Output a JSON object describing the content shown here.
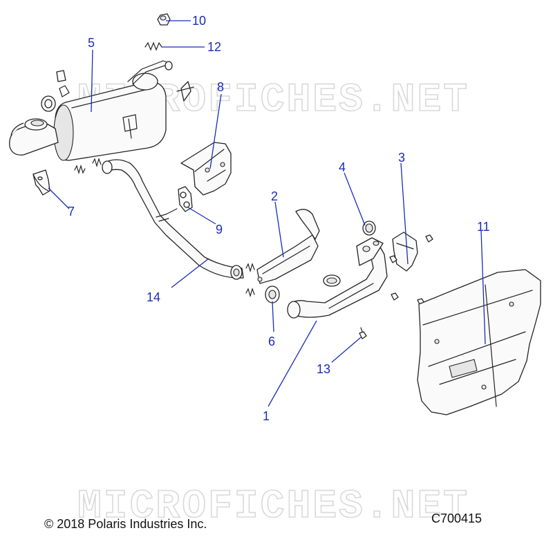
{
  "watermark": {
    "text": "MICROFICHES.NET"
  },
  "callouts": [
    {
      "num": "1"
    },
    {
      "num": "2"
    },
    {
      "num": "3"
    },
    {
      "num": "4"
    },
    {
      "num": "5"
    },
    {
      "num": "6"
    },
    {
      "num": "7"
    },
    {
      "num": "8"
    },
    {
      "num": "9"
    },
    {
      "num": "10"
    },
    {
      "num": "11"
    },
    {
      "num": "12"
    },
    {
      "num": "13"
    },
    {
      "num": "14"
    }
  ],
  "footer": {
    "copyright": "© 2018 Polaris Industries Inc.",
    "diagram_id": "C700415"
  },
  "colors": {
    "callout": "#1a2bb8",
    "line_art": "#222222",
    "watermark": "#d9d9d9"
  }
}
